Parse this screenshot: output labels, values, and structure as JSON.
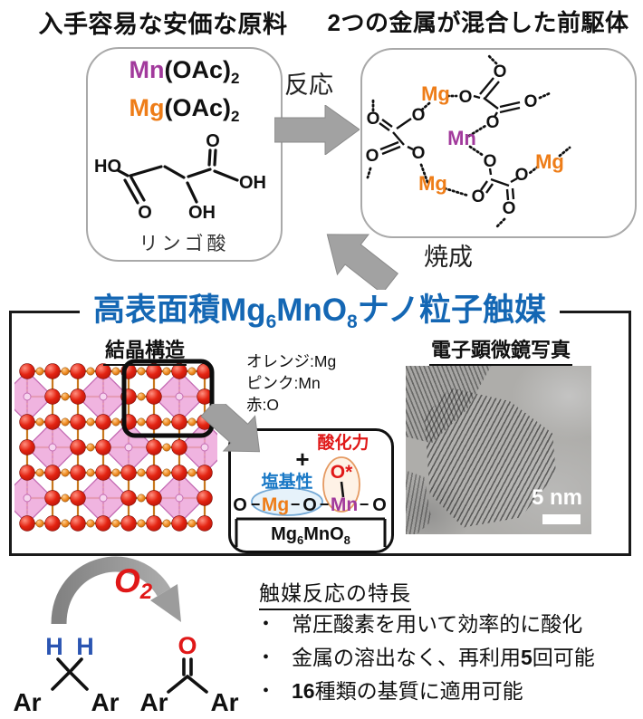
{
  "header": {
    "left_title": "入手容易な安価な原料",
    "right_title": "2つの金属が混合した前駆体"
  },
  "process": {
    "reaction_label": "反応",
    "calcination_label": "焼成"
  },
  "materials_box": {
    "mn_acetate": {
      "el": "Mn",
      "rest": "(OAc)",
      "sub": "2"
    },
    "mg_acetate": {
      "el": "Mg",
      "rest": "(OAc)",
      "sub": "2"
    },
    "malic_acid": {
      "label": "リンゴ酸",
      "ho": "HO",
      "o_down": "O",
      "oh_mid": "OH",
      "o_top": "O",
      "oh_end": "OH"
    }
  },
  "precursor_box": {
    "mg": "Mg",
    "mn": "Mn",
    "o": "O"
  },
  "catalyst": {
    "title": {
      "p1": "高表面積Mg",
      "s1": "6",
      "p2": "MnO",
      "s2": "8",
      "p3": "ナノ粒子触媒"
    },
    "crystal_title": "結晶構造",
    "legend": [
      "オレンジ:Mg",
      "ピンク:Mn",
      "赤:O"
    ],
    "tem": {
      "title": "電子顕微鏡写真",
      "scale_label": "5 nm"
    },
    "inset": {
      "oxidation_label": "酸化力",
      "base_label": "塩基性",
      "plus": "+",
      "o_star": "O*",
      "bond": "−",
      "chain": {
        "o1": "O",
        "mg": "Mg",
        "o2": "O",
        "mn": "Mn",
        "o3": "O"
      },
      "formula": {
        "p1": "Mg",
        "s1": "6",
        "p2": "MnO",
        "s2": "8"
      }
    }
  },
  "reaction_scheme": {
    "o2": {
      "base": "O",
      "sub": "2"
    },
    "h": "H",
    "ar": "Ar",
    "o": "O"
  },
  "features": {
    "title": "触媒反応の特長",
    "bullet": "•",
    "items": [
      {
        "pre": "常圧酸素を用いて効率的に酸化",
        "num": "",
        "post": ""
      },
      {
        "pre": "金属の溶出なく、再利用",
        "num": "5",
        "post": "回可能"
      },
      {
        "pre": "",
        "num": "16",
        "post": "種類の基質に適用可能"
      }
    ]
  },
  "colors": {
    "accent_blue": "#1467b4",
    "mg_orange": "#ee7d18",
    "mn_purple": "#a23a9c",
    "o_red": "#e01818",
    "h_blue": "#2b55b2",
    "basicity_blue": "#1878c6",
    "arrow_gray": "#a2a2a2"
  }
}
